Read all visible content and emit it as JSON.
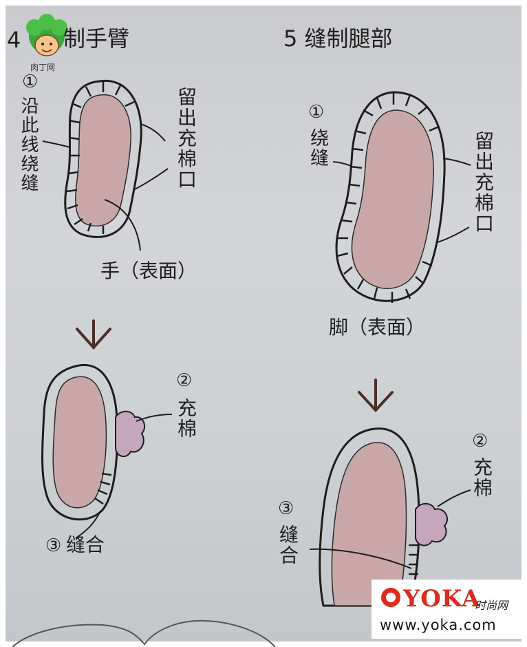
{
  "logo": {
    "caption": "肉丁网"
  },
  "step4": {
    "number": "4",
    "title": "制手臂",
    "circle1": "①",
    "whipstitch_label": "沿此线绕缝",
    "opening_label": "留出充棉口",
    "part_label": "手（表面）",
    "circle2": "②",
    "stuff_label": "充棉",
    "circle3": "③",
    "close_label": "缝合"
  },
  "step5": {
    "title": "5  缝制腿部",
    "circle1": "①",
    "whipstitch_label": "绕缝",
    "opening_label": "留出充棉口",
    "part_label": "脚（表面）",
    "circle2": "②",
    "stuff_label": "充棉",
    "circle3": "③",
    "close_label": "缝合"
  },
  "watermark": {
    "brand": "YOKA",
    "tagline": "时尚网",
    "url": "www.yoka.com"
  },
  "colors": {
    "fabric": "#c9a7a8",
    "stuffing": "#c6a6bd",
    "ink": "#1d1d1d",
    "arrow": "#4a2f29",
    "watermark_red": "#d92b1e"
  }
}
